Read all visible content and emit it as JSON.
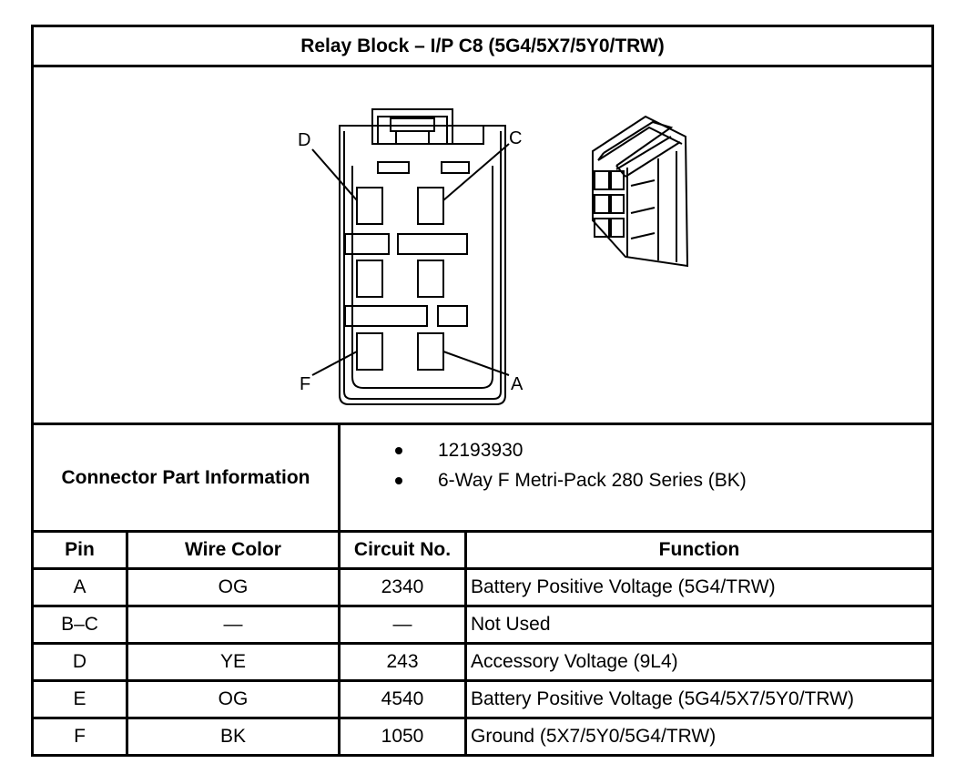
{
  "title": "Relay Block – I/P C8 (5G4/5X7/5Y0/TRW)",
  "diagram": {
    "labels": {
      "d": "D",
      "c": "C",
      "f": "F",
      "a": "A"
    }
  },
  "connector_info": {
    "label": "Connector Part Information",
    "items": [
      "12193930",
      "6-Way F Metri-Pack 280 Series (BK)"
    ]
  },
  "table": {
    "headers": {
      "pin": "Pin",
      "wire_color": "Wire Color",
      "circuit": "Circuit No.",
      "function": "Function"
    },
    "rows": [
      {
        "pin": "A",
        "wire_color": "OG",
        "circuit": "2340",
        "function": "Battery Positive Voltage (5G4/TRW)"
      },
      {
        "pin": "B–C",
        "wire_color": "—",
        "circuit": "—",
        "function": "Not Used"
      },
      {
        "pin": "D",
        "wire_color": "YE",
        "circuit": "243",
        "function": "Accessory Voltage (9L4)"
      },
      {
        "pin": "E",
        "wire_color": "OG",
        "circuit": "4540",
        "function": "Battery Positive Voltage (5G4/5X7/5Y0/TRW)"
      },
      {
        "pin": "F",
        "wire_color": "BK",
        "circuit": "1050",
        "function": "Ground (5X7/5Y0/5G4/TRW)"
      }
    ]
  }
}
